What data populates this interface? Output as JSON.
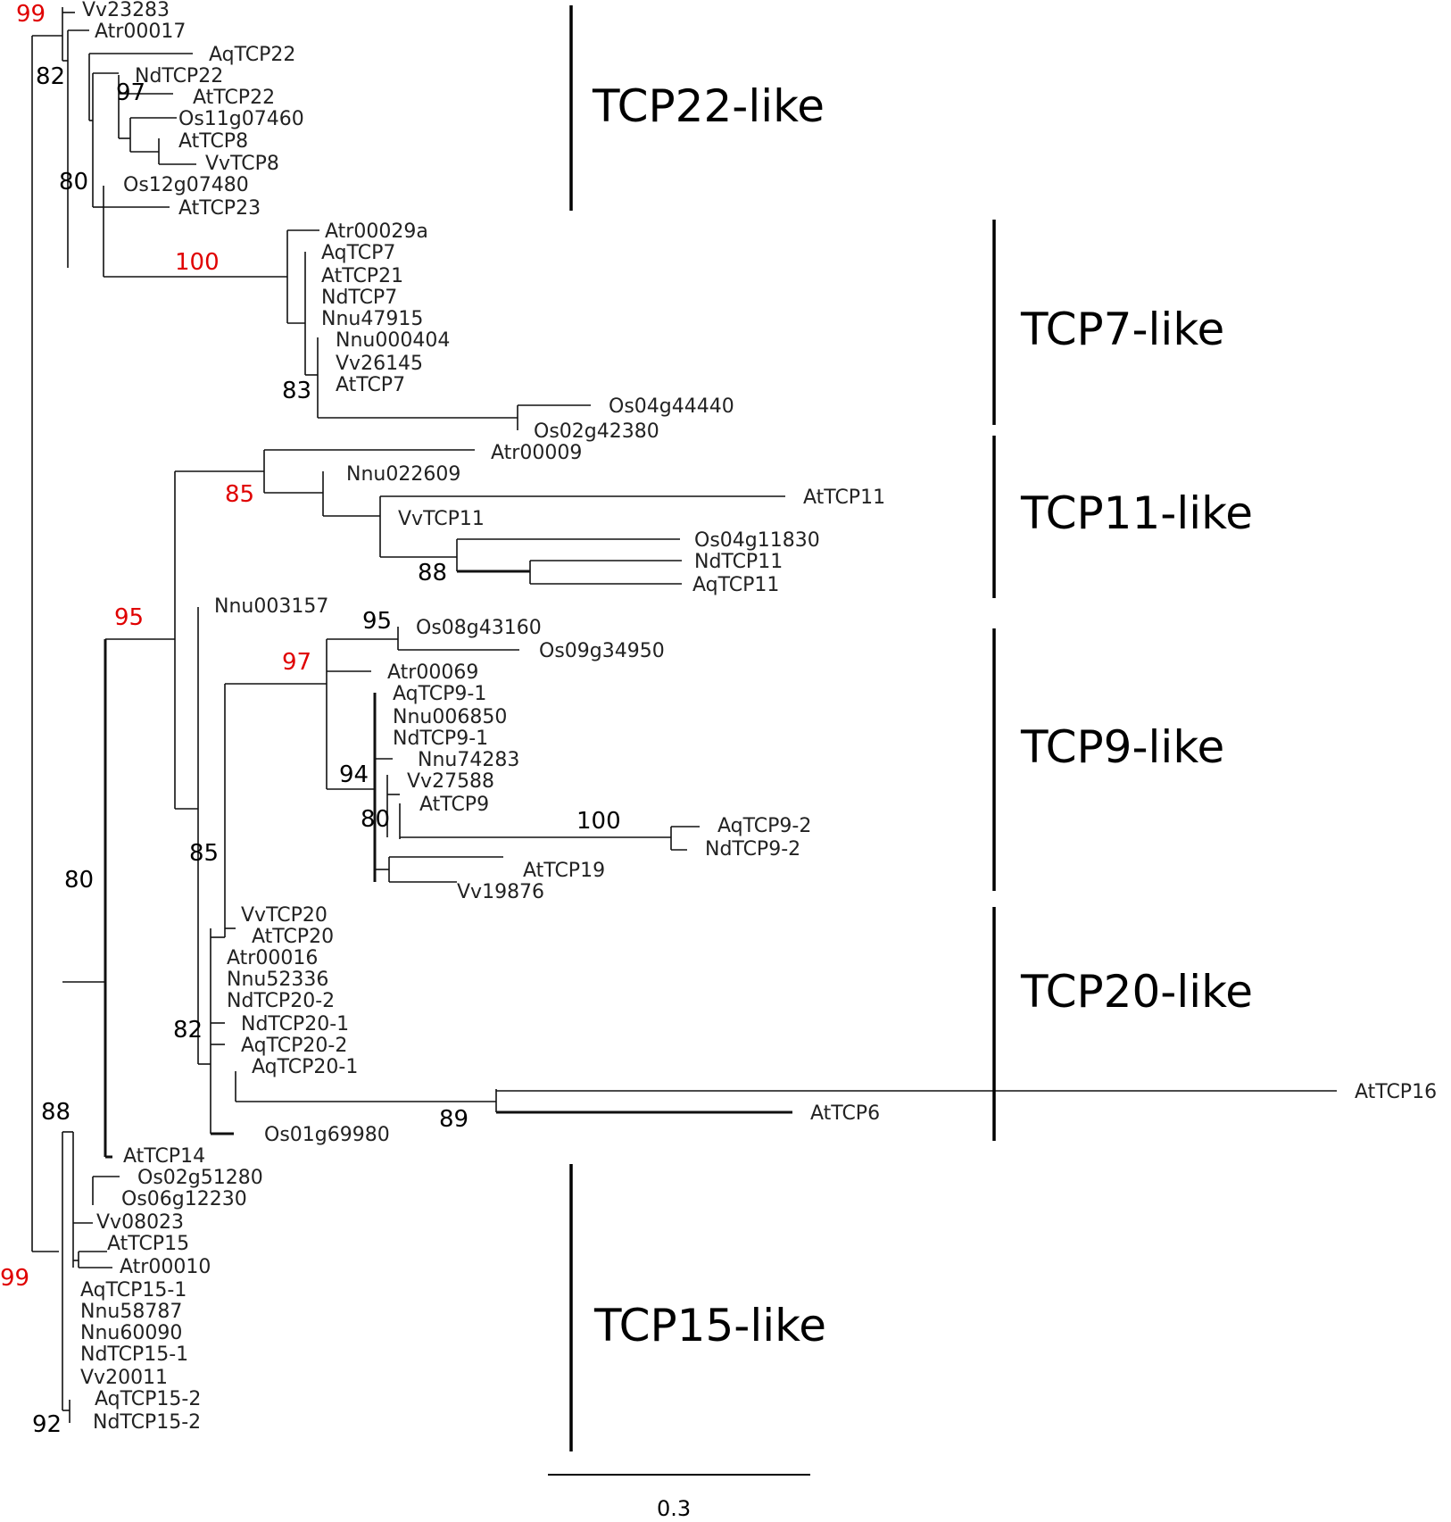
{
  "colors": {
    "support_high": "#e00000",
    "support_normal": "#000000",
    "branch": "#111111"
  },
  "leaves": [
    "Vv23283",
    "Atr00017",
    "AqTCP22",
    "NdTCP22",
    "AtTCP22",
    "Os11g07460",
    "AtTCP8",
    "VvTCP8",
    "Os12g07480",
    "AtTCP23",
    "Atr00029a",
    "AqTCP7",
    "AtTCP21",
    "NdTCP7",
    "Nnu47915",
    "Nnu000404",
    "Vv26145",
    "AtTCP7",
    "Os04g44440",
    "Os02g42380",
    "Atr00009",
    "Nnu022609",
    "AtTCP11",
    "VvTCP11",
    "Os04g11830",
    "NdTCP11",
    "AqTCP11",
    "Nnu003157",
    "Os08g43160",
    "Os09g34950",
    "Atr00069",
    "AqTCP9-1",
    "Nnu006850",
    "NdTCP9-1",
    "Nnu74283",
    "Vv27588",
    "AtTCP9",
    "AqTCP9-2",
    "NdTCP9-2",
    "AtTCP19",
    "Vv19876",
    "VvTCP20",
    "AtTCP20",
    "Atr00016",
    "Nnu52336",
    "NdTCP20-2",
    "NdTCP20-1",
    "AqTCP20-2",
    "AqTCP20-1",
    "AtTCP16",
    "AtTCP6",
    "Os01g69980",
    "AtTCP14",
    "Os02g51280",
    "Os06g12230",
    "Vv08023",
    "AtTCP15",
    "Atr00010",
    "AqTCP15-1",
    "Nnu58787",
    "Nnu60090",
    "NdTCP15-1",
    "Vv20011",
    "AqTCP15-2",
    "NdTCP15-2"
  ],
  "support": [
    {
      "value": "99",
      "highlight": true
    },
    {
      "value": "82",
      "highlight": false
    },
    {
      "value": "97",
      "highlight": false
    },
    {
      "value": "80",
      "highlight": false
    },
    {
      "value": "100",
      "highlight": true
    },
    {
      "value": "83",
      "highlight": false
    },
    {
      "value": "85",
      "highlight": true
    },
    {
      "value": "88",
      "highlight": false
    },
    {
      "value": "95",
      "highlight": true
    },
    {
      "value": "95",
      "highlight": false
    },
    {
      "value": "97",
      "highlight": true
    },
    {
      "value": "94",
      "highlight": false
    },
    {
      "value": "80",
      "highlight": false
    },
    {
      "value": "100",
      "highlight": false
    },
    {
      "value": "85",
      "highlight": false
    },
    {
      "value": "80",
      "highlight": false
    },
    {
      "value": "82",
      "highlight": false
    },
    {
      "value": "89",
      "highlight": false
    },
    {
      "value": "88",
      "highlight": false
    },
    {
      "value": "99",
      "highlight": true
    },
    {
      "value": "92",
      "highlight": false
    }
  ],
  "clades": [
    "TCP22-like",
    "TCP7-like",
    "TCP11-like",
    "TCP9-like",
    "TCP20-like",
    "TCP15-like"
  ],
  "scale_bar": "0.3"
}
